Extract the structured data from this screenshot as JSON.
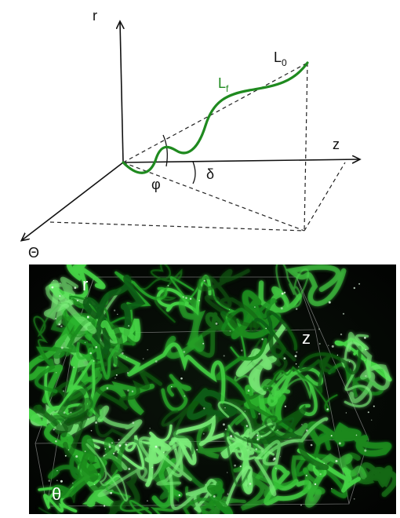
{
  "diagram": {
    "labels": {
      "r": "r",
      "z": "z",
      "theta": "Θ",
      "end_to_end_main": "L",
      "end_to_end_sub": "0",
      "fiber_length_main": "L",
      "fiber_length_sub": "f",
      "polar_angle": "φ",
      "azimuth_angle": "δ"
    },
    "colors": {
      "fiber": "#1f8a1f",
      "axes": "#111111",
      "dashes": "#222222"
    }
  },
  "volume_render": {
    "labels": {
      "r": "r",
      "z": "z",
      "theta": "θ"
    },
    "colors": {
      "background": "#050605",
      "fiber_glow": "#39d839"
    }
  }
}
